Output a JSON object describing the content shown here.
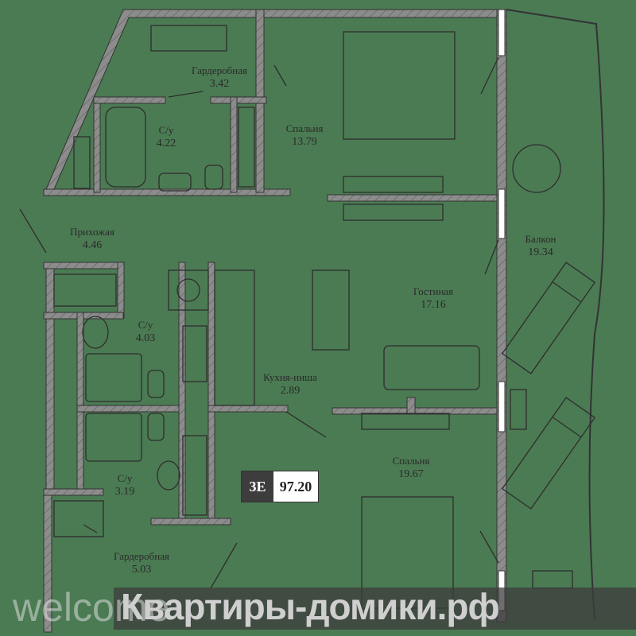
{
  "plan": {
    "apartment_code": "3E",
    "total_area": "97.20",
    "rooms": [
      {
        "name": "Гардеробная",
        "area": "3.42"
      },
      {
        "name": "С/у",
        "area": "4.22"
      },
      {
        "name": "Спальня",
        "area": "13.79"
      },
      {
        "name": "Прихожая",
        "area": "4.46"
      },
      {
        "name": "С/у",
        "area": "4.03"
      },
      {
        "name": "Гостиная",
        "area": "17.16"
      },
      {
        "name": "Балкон",
        "area": "19.34"
      },
      {
        "name": "Кухня-ниша",
        "area": "2.89"
      },
      {
        "name": "Спальня",
        "area": "19.67"
      },
      {
        "name": "С/у",
        "area": "3.19"
      },
      {
        "name": "Гардеробная",
        "area": "5.03"
      }
    ]
  },
  "watermark": {
    "left": "welcome",
    "site": "Квартиры-домики.рф"
  },
  "colors": {
    "background": "#4b7b53",
    "wall": "#8c8c8c",
    "line": "#2e2e2e",
    "logo": "#8cc63f"
  }
}
